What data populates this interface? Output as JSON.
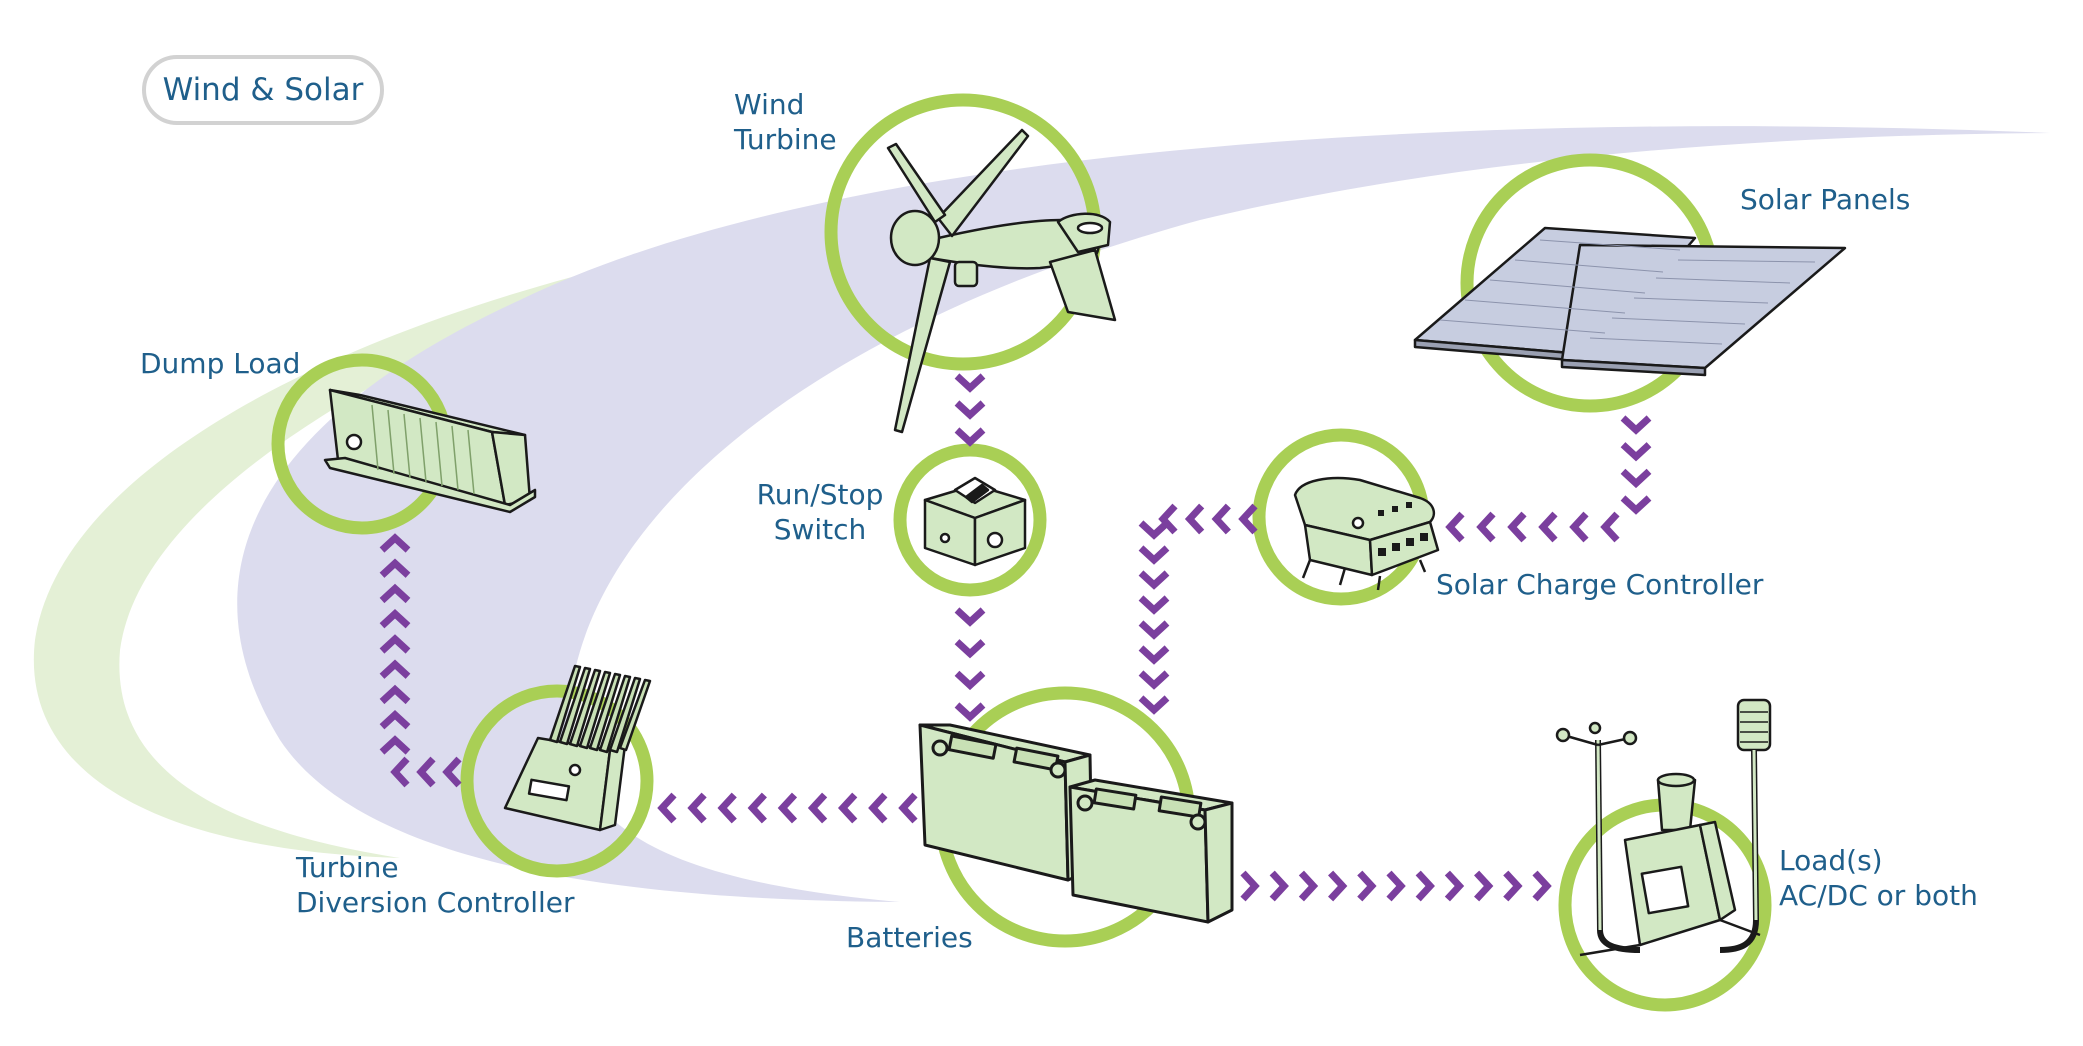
{
  "title": "Wind & Solar",
  "labels": {
    "wind_turbine": [
      "Wind",
      "Turbine"
    ],
    "solar_panels": "Solar Panels",
    "dump_load": "Dump Load",
    "run_stop_switch": [
      "Run/Stop",
      "Switch"
    ],
    "solar_charge_controller": "Solar Charge Controller",
    "turbine_diversion_controller": [
      "Turbine",
      "Diversion Controller"
    ],
    "batteries": "Batteries",
    "loads": [
      "Load(s)",
      "AC/DC or both"
    ]
  },
  "colors": {
    "ring": "#a9cf55",
    "device_fill": "#d2e8c4",
    "arrow": "#7b3f9e",
    "swoosh_purple": "#dcdcee",
    "swoosh_green": "#e4f0d6",
    "label_text": "#1f5f8b"
  }
}
